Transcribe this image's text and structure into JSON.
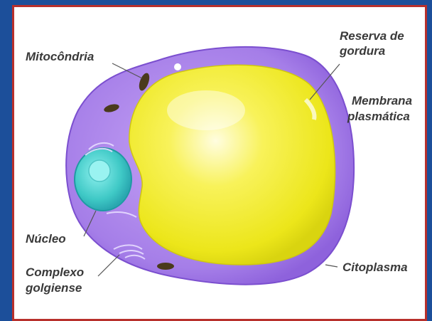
{
  "labels": {
    "mitocondria": "Mitocôndria",
    "reserva_line1": "Reserva de",
    "reserva_line2": "gordura",
    "membrana_line1": "Membrana",
    "membrana_line2": "plasmática",
    "nucleo": "Núcleo",
    "complexo_line1": "Complexo",
    "complexo_line2": "golgiense",
    "citoplasma": "Citoplasma"
  },
  "colors": {
    "background": "#1c4f9a",
    "border": "#b8302c",
    "membrane": "#a27be6",
    "fat": "#f5f032",
    "nucleus": "#4fd4d0",
    "mitochondria": "#4a3a1c"
  }
}
